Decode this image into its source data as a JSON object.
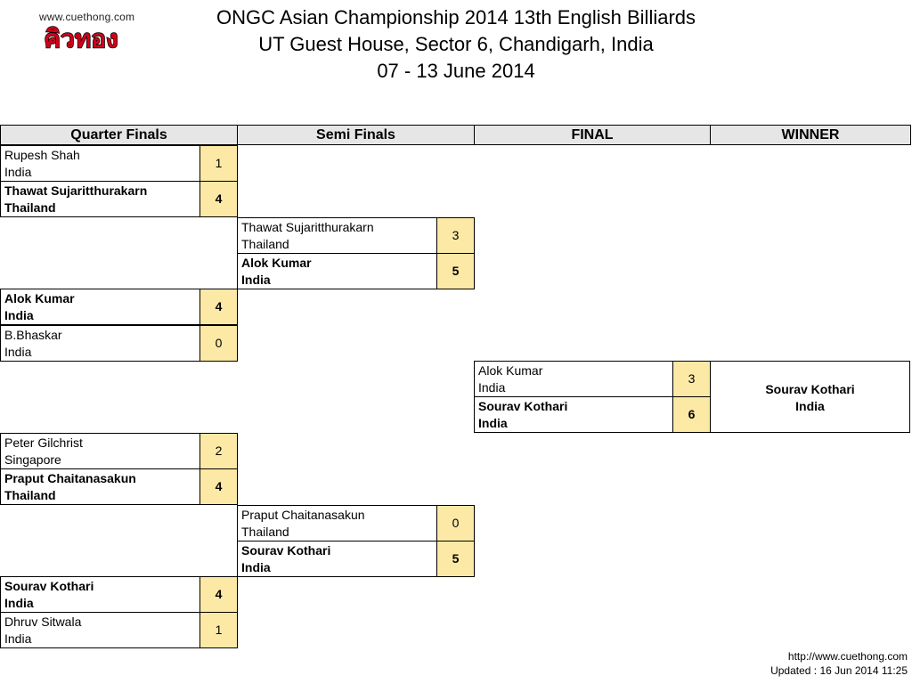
{
  "logo": {
    "url": "www.cuethong.com",
    "word": "คิวทอง"
  },
  "header": {
    "line1": "ONGC Asian Championship 2014 13th English Billiards",
    "line2": "UT Guest House, Sector 6, Chandigarh, India",
    "line3": "07 - 13 June 2014"
  },
  "columns": {
    "qf": "Quarter Finals",
    "sf": "Semi Finals",
    "final": "FINAL",
    "winner": "WINNER"
  },
  "quarter_finals": [
    {
      "name": "Rupesh Shah",
      "country": "India",
      "score": "1",
      "winner": false
    },
    {
      "name": "Thawat Sujaritthurakarn",
      "country": "Thailand",
      "score": "4",
      "winner": true
    },
    {
      "name": "Alok Kumar",
      "country": "India",
      "score": "4",
      "winner": true
    },
    {
      "name": "B.Bhaskar",
      "country": "India",
      "score": "0",
      "winner": false
    },
    {
      "name": "Peter Gilchrist",
      "country": "Singapore",
      "score": "2",
      "winner": false
    },
    {
      "name": "Praput Chaitanasakun",
      "country": "Thailand",
      "score": "4",
      "winner": true
    },
    {
      "name": "Sourav Kothari",
      "country": "India",
      "score": "4",
      "winner": true
    },
    {
      "name": "Dhruv Sitwala",
      "country": "India",
      "score": "1",
      "winner": false
    }
  ],
  "semi_finals": [
    {
      "name": "Thawat Sujaritthurakarn",
      "country": "Thailand",
      "score": "3",
      "winner": false
    },
    {
      "name": "Alok Kumar",
      "country": "India",
      "score": "5",
      "winner": true
    },
    {
      "name": "Praput Chaitanasakun",
      "country": "Thailand",
      "score": "0",
      "winner": false
    },
    {
      "name": "Sourav Kothari",
      "country": "India",
      "score": "5",
      "winner": true
    }
  ],
  "final": [
    {
      "name": "Alok Kumar",
      "country": "India",
      "score": "3",
      "winner": false
    },
    {
      "name": "Sourav Kothari",
      "country": "India",
      "score": "6",
      "winner": true
    }
  ],
  "champion": {
    "name": "Sourav Kothari",
    "country": "India"
  },
  "footer": {
    "url": "http://www.cuethong.com",
    "updated": "Updated : 16 Jun 2014 11:25"
  },
  "colors": {
    "score_bg": "#fbe9a5",
    "header_bg": "#e6e6e6",
    "logo_red": "#d0021b"
  }
}
